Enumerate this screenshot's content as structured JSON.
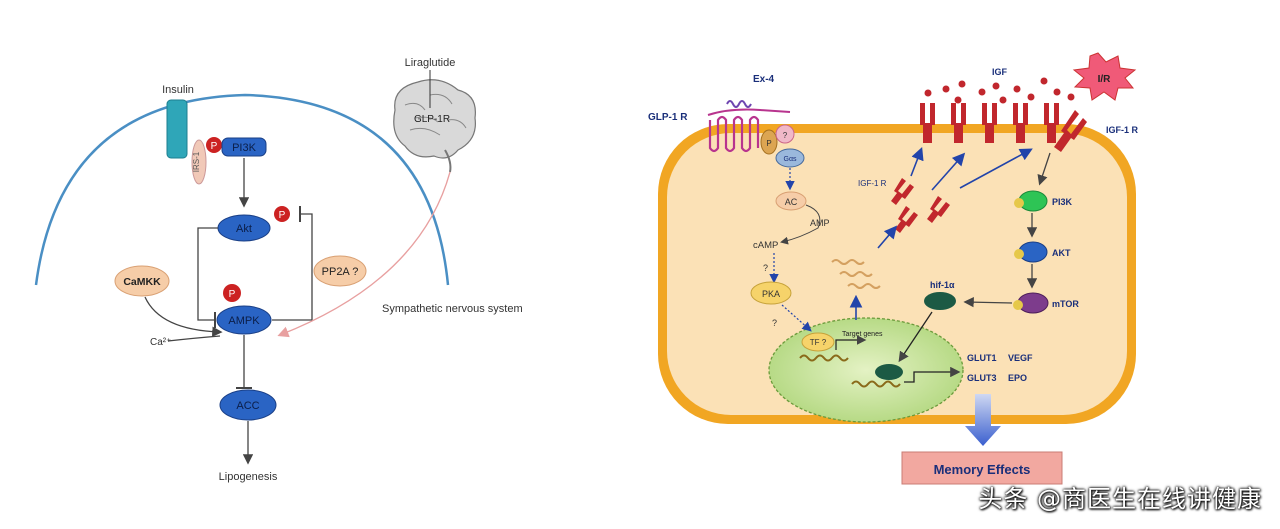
{
  "left_diagram": {
    "insulin": "Insulin",
    "liraglutide": "Liraglutide",
    "glp1r_brain": "GLP-1R",
    "irs1": "IRS-1",
    "p": "P",
    "pi3k": "PI3K",
    "akt": "Akt",
    "pp2a": "PP2A ?",
    "camkk": "CaMKK",
    "ca": "Ca²⁺",
    "ampk": "AMPK",
    "acc": "ACC",
    "lipogenesis": "Lipogenesis",
    "sympathetic": "Sympathetic nervous system"
  },
  "right_diagram": {
    "ex4": "Ex-4",
    "glp1r": "GLP-1 R",
    "igf": "IGF",
    "ir": "I/R",
    "igf1r_top": "IGF-1 R",
    "igf1r_inner": "IGF-1 R",
    "gas": "Gαs",
    "p": "P",
    "q": "?",
    "ac": "AC",
    "amp": "AMP",
    "camp": "cAMP",
    "pka": "PKA",
    "tf": "TF ?",
    "target_genes": "Target genes",
    "hif": "hif-1α",
    "pi3k": "PI3K",
    "akt": "AKT",
    "mtor": "mTOR",
    "glut1": "GLUT1",
    "glut3": "GLUT3",
    "vegf": "VEGF",
    "epo": "EPO",
    "memory": "Memory Effects"
  },
  "watermark": "头条 @商医生在线讲健康"
}
